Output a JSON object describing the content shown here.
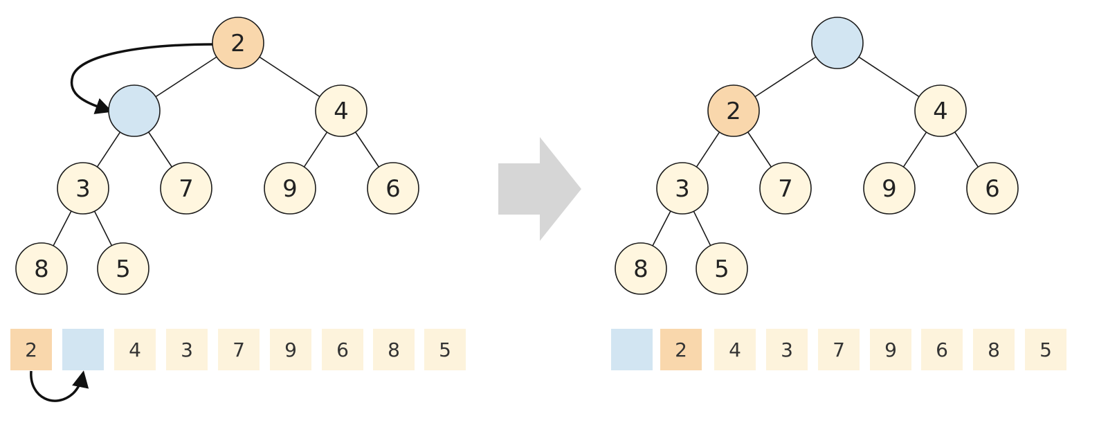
{
  "colors": {
    "node_default": "#FFF6DF",
    "node_highlight": "#F9D7AC",
    "node_empty": "#D2E5F2",
    "cell_default": "#FDF3DC",
    "cell_highlight": "#F9D7AC",
    "cell_empty": "#D2E5F2",
    "arrow": "#D6D6D6",
    "stroke": "#1a1a1a"
  },
  "before": {
    "tree": {
      "nodes": [
        {
          "id": "n0",
          "label": "2",
          "state": "highlight"
        },
        {
          "id": "n1",
          "label": "",
          "state": "empty"
        },
        {
          "id": "n2",
          "label": "4",
          "state": "default"
        },
        {
          "id": "n3",
          "label": "3",
          "state": "default"
        },
        {
          "id": "n4",
          "label": "7",
          "state": "default"
        },
        {
          "id": "n5",
          "label": "9",
          "state": "default"
        },
        {
          "id": "n6",
          "label": "6",
          "state": "default"
        },
        {
          "id": "n7",
          "label": "8",
          "state": "default"
        },
        {
          "id": "n8",
          "label": "5",
          "state": "default"
        }
      ],
      "edges": [
        [
          "n0",
          "n1"
        ],
        [
          "n0",
          "n2"
        ],
        [
          "n1",
          "n3"
        ],
        [
          "n1",
          "n4"
        ],
        [
          "n2",
          "n5"
        ],
        [
          "n2",
          "n6"
        ],
        [
          "n3",
          "n7"
        ],
        [
          "n3",
          "n8"
        ]
      ],
      "move": {
        "from": "n0",
        "to": "n1"
      }
    },
    "array": {
      "cells": [
        {
          "label": "2",
          "state": "highlight"
        },
        {
          "label": "",
          "state": "empty"
        },
        {
          "label": "4",
          "state": "default"
        },
        {
          "label": "3",
          "state": "default"
        },
        {
          "label": "7",
          "state": "default"
        },
        {
          "label": "9",
          "state": "default"
        },
        {
          "label": "6",
          "state": "default"
        },
        {
          "label": "8",
          "state": "default"
        },
        {
          "label": "5",
          "state": "default"
        }
      ],
      "move": {
        "from": 0,
        "to": 1
      }
    }
  },
  "after": {
    "tree": {
      "nodes": [
        {
          "id": "m0",
          "label": "",
          "state": "empty"
        },
        {
          "id": "m1",
          "label": "2",
          "state": "highlight"
        },
        {
          "id": "m2",
          "label": "4",
          "state": "default"
        },
        {
          "id": "m3",
          "label": "3",
          "state": "default"
        },
        {
          "id": "m4",
          "label": "7",
          "state": "default"
        },
        {
          "id": "m5",
          "label": "9",
          "state": "default"
        },
        {
          "id": "m6",
          "label": "6",
          "state": "default"
        },
        {
          "id": "m7",
          "label": "8",
          "state": "default"
        },
        {
          "id": "m8",
          "label": "5",
          "state": "default"
        }
      ],
      "edges": [
        [
          "m0",
          "m1"
        ],
        [
          "m0",
          "m2"
        ],
        [
          "m1",
          "m3"
        ],
        [
          "m1",
          "m4"
        ],
        [
          "m2",
          "m5"
        ],
        [
          "m2",
          "m6"
        ],
        [
          "m3",
          "m7"
        ],
        [
          "m3",
          "m8"
        ]
      ]
    },
    "array": {
      "cells": [
        {
          "label": "",
          "state": "empty"
        },
        {
          "label": "2",
          "state": "highlight"
        },
        {
          "label": "4",
          "state": "default"
        },
        {
          "label": "3",
          "state": "default"
        },
        {
          "label": "7",
          "state": "default"
        },
        {
          "label": "9",
          "state": "default"
        },
        {
          "label": "6",
          "state": "default"
        },
        {
          "label": "8",
          "state": "default"
        },
        {
          "label": "5",
          "state": "default"
        }
      ]
    }
  },
  "transition_icon": "arrow-right-icon"
}
